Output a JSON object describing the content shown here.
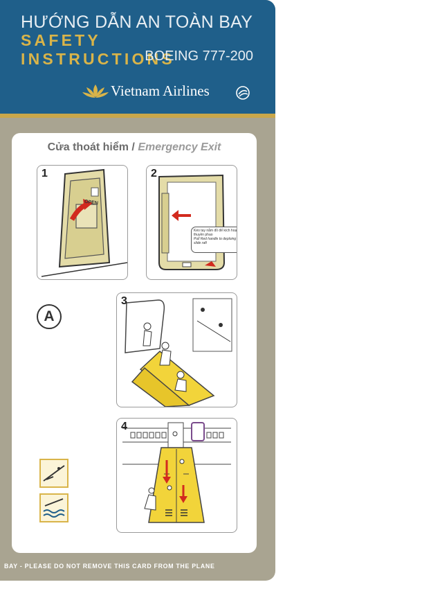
{
  "header": {
    "title_vi": "HƯỚNG DẪN AN TOÀN BAY",
    "title_en": "SAFETY INSTRUCTIONS",
    "aircraft": "BOEING 777-200",
    "brand": "Vietnam Airlines",
    "logo_icon": "lotus-icon",
    "alliance_icon": "skyteam-icon"
  },
  "section": {
    "title_vi": "Cửa thoát hiểm /",
    "title_en": "Emergency Exit"
  },
  "steps": [
    {
      "number": "1",
      "door_label": "OPEN"
    },
    {
      "number": "2",
      "caption_vi": "Kéo tay nắm đỏ để kích hoạt thuyền phao",
      "caption_en": "Pull Red handle to deploing slide raft"
    },
    {
      "number": "3"
    },
    {
      "number": "4"
    }
  ],
  "door_marker": "A",
  "footer": "BAY - PLEASE DO NOT REMOVE THIS CARD FROM THE PLANE",
  "colors": {
    "header_blue": "#1f5f8a",
    "gold": "#d9b449",
    "card_gray": "#a9a491",
    "slide_yellow": "#f2d43a",
    "arrow_red": "#d22a1e"
  }
}
